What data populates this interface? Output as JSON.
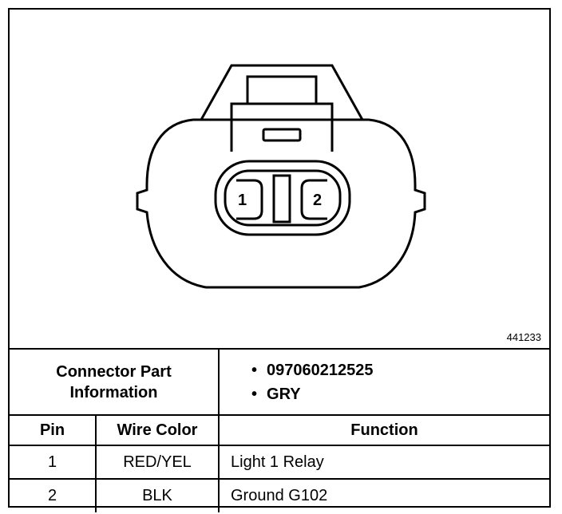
{
  "diagram": {
    "figure_id": "441233",
    "pins": [
      "1",
      "2"
    ]
  },
  "connector_info": {
    "label_line1": "Connector Part",
    "label_line2": "Information",
    "bullets": [
      "097060212525",
      "GRY"
    ]
  },
  "table": {
    "headers": {
      "pin": "Pin",
      "wire_color": "Wire Color",
      "function": "Function"
    },
    "rows": [
      {
        "pin": "1",
        "wire_color": "RED/YEL",
        "function": "Light 1 Relay"
      },
      {
        "pin": "2",
        "wire_color": "BLK",
        "function": "Ground G102"
      }
    ]
  }
}
